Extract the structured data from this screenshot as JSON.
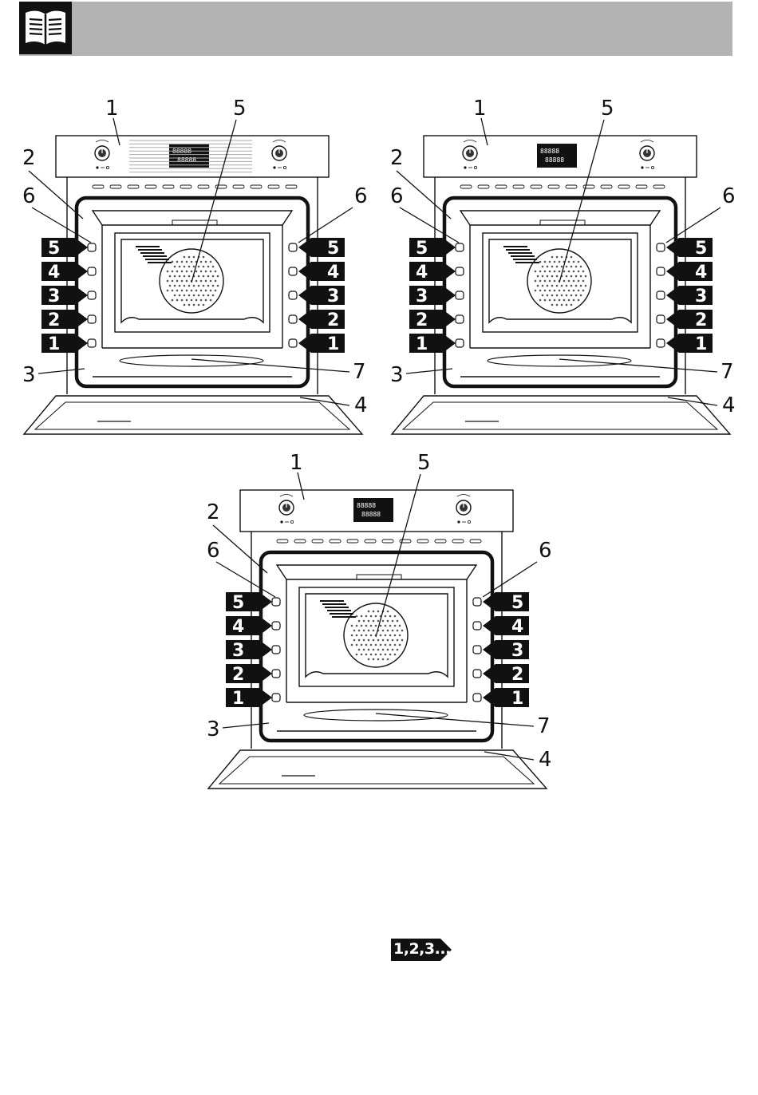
{
  "header": {
    "icon": "book-icon",
    "background": "#b3b3b3",
    "icon_box": "#111111"
  },
  "diagrams": [
    {
      "id": "oven-a",
      "display_top": "88888",
      "display_bottom": "88888",
      "callouts": {
        "control_panel": "1",
        "seal": "2",
        "light": "3",
        "door": "4",
        "fan": "5",
        "runners": "6",
        "base": "7"
      },
      "shelves": [
        "5",
        "4",
        "3",
        "2",
        "1"
      ]
    },
    {
      "id": "oven-b",
      "display_top": "88888",
      "display_bottom": "88888",
      "callouts": {
        "control_panel": "1",
        "seal": "2",
        "light": "3",
        "door": "4",
        "fan": "5",
        "runners": "6",
        "base": "7"
      },
      "shelves": [
        "5",
        "4",
        "3",
        "2",
        "1"
      ]
    },
    {
      "id": "oven-c",
      "display_top": "88888",
      "display_bottom": "88888",
      "callouts": {
        "control_panel": "1",
        "seal": "2",
        "light": "3",
        "door": "4",
        "fan": "5",
        "runners": "6",
        "base": "7"
      },
      "shelves": [
        "5",
        "4",
        "3",
        "2",
        "1"
      ]
    }
  ],
  "footer": {
    "sequence_badge": "1,2,3..."
  }
}
